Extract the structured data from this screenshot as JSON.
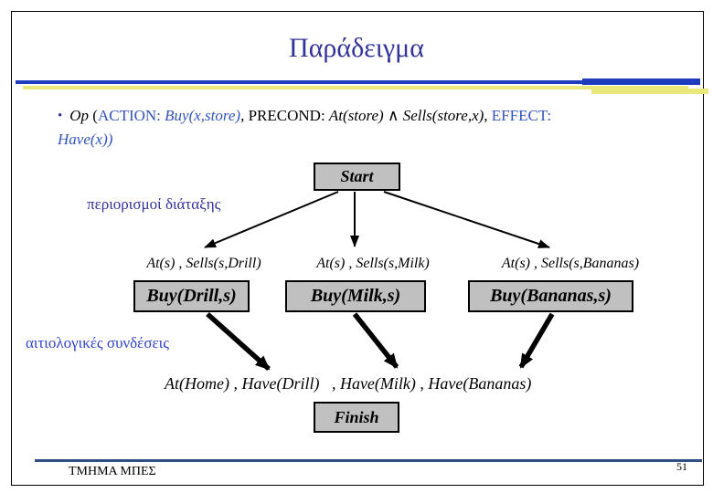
{
  "slide": {
    "title": "Παράδειγμα",
    "footer": "ΤΜΗΜΑ ΜΠΕΣ",
    "page_number": "51"
  },
  "colors": {
    "title_blue": "#333399",
    "accent_blue": "#3355bb",
    "box_gray": "#c0c0c0",
    "line_blue": "#1e3cbe",
    "line_yellow": "#e9e97b",
    "footer_line": "#2e5182"
  },
  "bullet": {
    "dot": "•",
    "line1": [
      {
        "text": "Op "
      },
      {
        "text": "("
      },
      {
        "text": "ACTION: "
      },
      {
        "text": "Buy(x,store)"
      },
      {
        "text": ", "
      },
      {
        "text": "PRECOND: "
      },
      {
        "text": "At(store)"
      },
      {
        "text": " ∧ "
      },
      {
        "text": "Sells(store,x)"
      },
      {
        "text": ", "
      },
      {
        "text": "EFFECT:"
      }
    ],
    "line2": [
      {
        "text": "Have(x))"
      }
    ]
  },
  "annotations": {
    "ordering": "περιορισμοί διάταξης",
    "causal": "αιτιολογικές συνδέσεις"
  },
  "plan": {
    "start_label": "Start",
    "finish_label": "Finish",
    "actions": [
      {
        "precond": "At(s) , Sells(s,Drill)",
        "name": "Buy(Drill,s)"
      },
      {
        "precond": "At(s) , Sells(s,Milk)",
        "name": "Buy(Milk,s)"
      },
      {
        "precond": "At(s) , Sells(s,Bananas)",
        "name": "Buy(Bananas,s)"
      }
    ],
    "finish_precond": "At(Home) , Have(Drill)   , Have(Milk) , Have(Bananas)"
  }
}
